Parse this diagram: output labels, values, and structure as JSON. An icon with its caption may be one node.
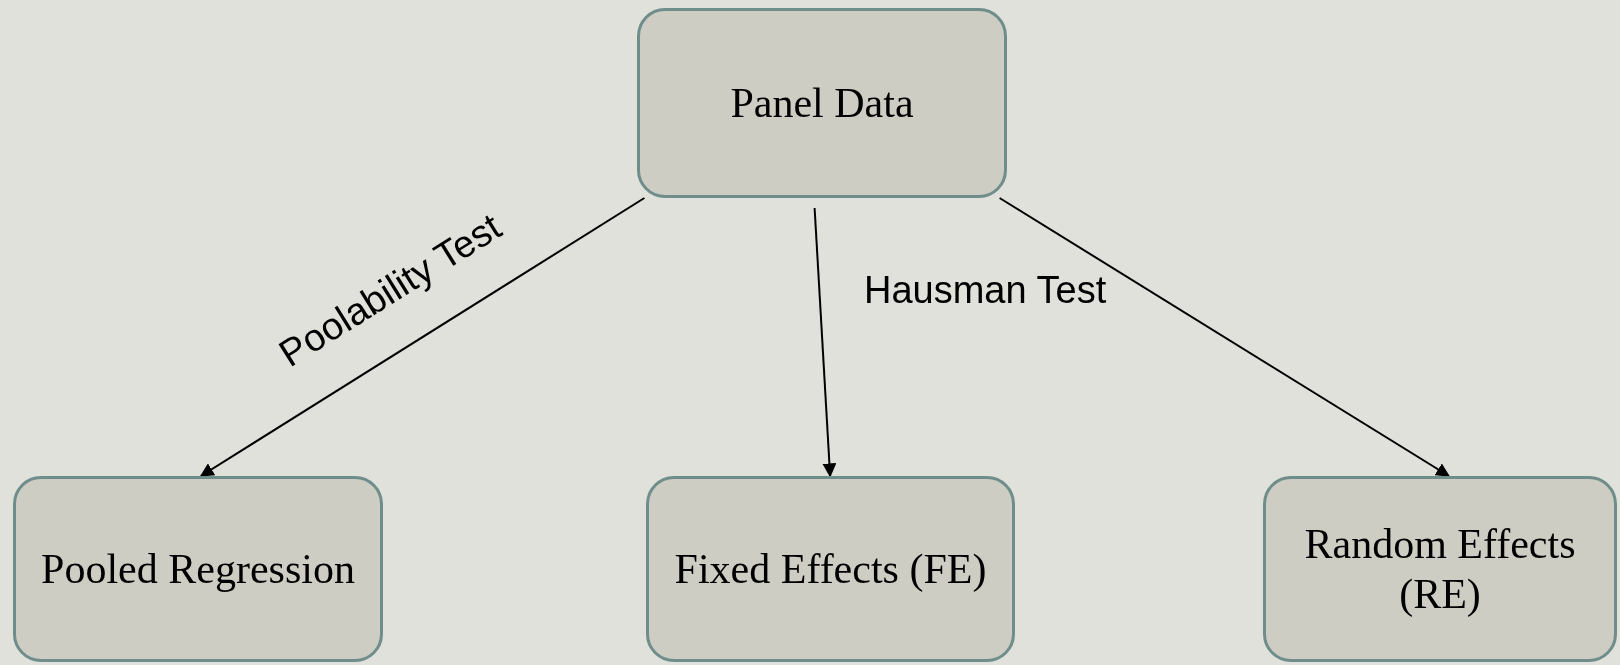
{
  "diagram": {
    "nodes": [
      {
        "text": [
          "Panel Data"
        ]
      },
      {
        "text": [
          "Pooled Regression"
        ]
      },
      {
        "text": [
          "Fixed Effects (FE)"
        ]
      },
      {
        "text": [
          "Random Effects (RE)"
        ]
      }
    ],
    "edges": [
      {
        "from": 0,
        "to": 1,
        "arrow": "to",
        "label": "Poolability Test"
      },
      {
        "from": 0,
        "to": 2,
        "arrow": "to",
        "label": "Hausman Test"
      },
      {
        "from": 0,
        "to": 3,
        "arrow": "to"
      }
    ]
  }
}
